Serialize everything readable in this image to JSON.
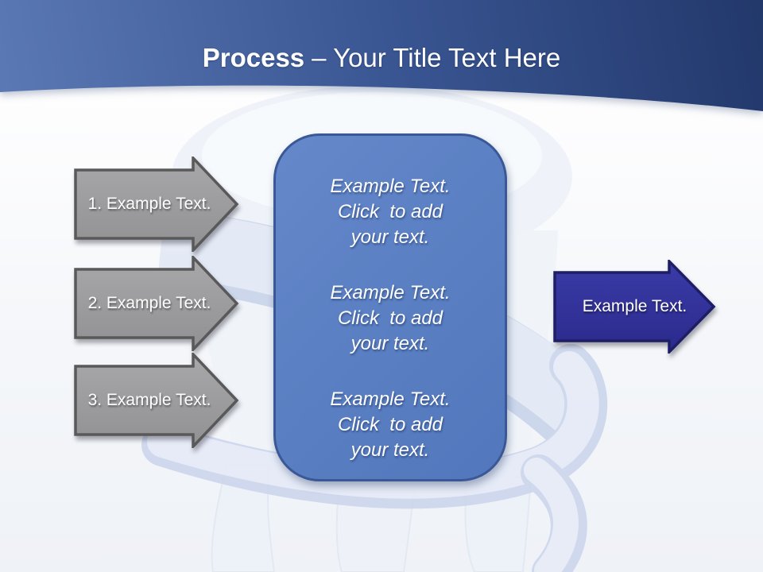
{
  "title": {
    "bold_part": "Process",
    "regular_part": "– Your Title Text Here"
  },
  "step_arrows": [
    {
      "label": "1. Example Text."
    },
    {
      "label": "2. Example Text."
    },
    {
      "label": "3. Example Text."
    }
  ],
  "text_box": {
    "blocks": [
      {
        "lines": [
          "Example Text.",
          "Click  to add",
          "your text."
        ]
      },
      {
        "lines": [
          "Example Text.",
          "Click  to add",
          "your text."
        ]
      },
      {
        "lines": [
          "Example Text.",
          "Click  to add",
          "your text."
        ]
      }
    ]
  },
  "result_arrow": {
    "label": "Example Text."
  },
  "colors": {
    "header_dark": "#22386b",
    "header_mid": "#3a5693",
    "header_light": "#5b79b5",
    "box_fill": "#5b80c3",
    "box_border": "#3a5896",
    "step_arrow_fill": "#9d9d9f",
    "step_arrow_border": "#595959",
    "result_arrow_fill": "#32329b",
    "result_arrow_border": "#1e1e66",
    "text": "#ffffff"
  }
}
